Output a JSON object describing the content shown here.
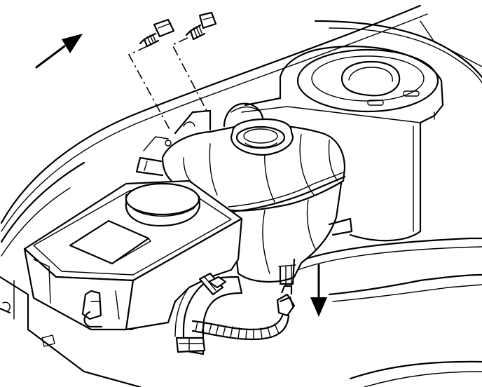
{
  "diagram": {
    "colors": {
      "line": "#000000",
      "background": "#ffffff"
    },
    "parts": [
      {
        "id": "fastener-bolt-left",
        "icon": "bolt-icon"
      },
      {
        "id": "fastener-bolt-right",
        "icon": "bolt-icon"
      },
      {
        "id": "forward-direction-arrow",
        "icon": "arrow-up-right-icon"
      },
      {
        "id": "coolant-surge-tank",
        "icon": "tank-icon"
      },
      {
        "id": "surge-tank-cap",
        "icon": "cap-icon"
      },
      {
        "id": "washer-fluid-reservoir",
        "icon": "reservoir-icon"
      },
      {
        "id": "washer-reservoir-cap",
        "icon": "cap-icon"
      },
      {
        "id": "air-cleaner-housing",
        "icon": "canister-icon"
      },
      {
        "id": "coolant-hose",
        "icon": "hose-icon"
      },
      {
        "id": "wiring-harness",
        "icon": "wire-icon"
      },
      {
        "id": "electrical-connector",
        "icon": "connector-icon"
      },
      {
        "id": "removal-direction-arrow",
        "icon": "arrow-down-icon"
      }
    ]
  }
}
